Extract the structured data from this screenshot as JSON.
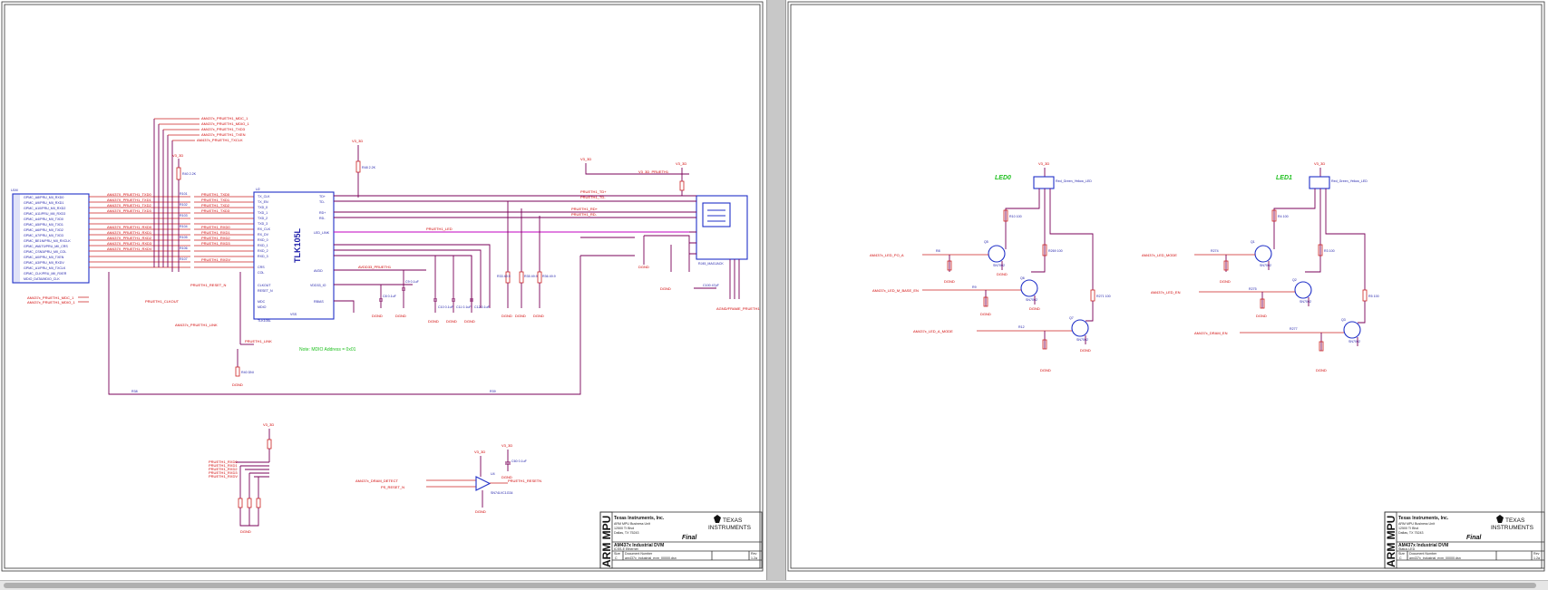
{
  "colors": {
    "wire": "#7a0058",
    "wire_bus": "#c000c0",
    "net_label": "#d00000",
    "component": "#2030c8",
    "note": "#20c020",
    "frame": "#333333"
  },
  "sheet1": {
    "chip_name": "TLK105L",
    "note": "Note: MDIO Address = 0x01",
    "power": {
      "v3v3_a": "V3_3D",
      "v3v3_b": "V3_3D",
      "v3v3_c": "V3_3D",
      "v3v3_d": "V3_3D",
      "v3v3_e": "V3_3D"
    },
    "nets": {
      "top1": "AM437x_PRUETH1_MDC_1",
      "top2": "AM437x_PRUETH1_MDIO_1",
      "top3": "AM437x_PRUETH1_TXD3",
      "top4": "AM437x_PRUETH1_TXEN",
      "top5": "AM437x_PRUETH1_TXCLK",
      "left1": "AM437x_PRUETH1_MDC_1",
      "left2": "AM437x_PRUETH1_MDIO_1",
      "clkout": "PRUETH1_CLKOUT",
      "reset": "PRUETH1_RESET_N",
      "led": "PRUETH1_LED",
      "bottom1": "AM437x_PRUETH1_LINK",
      "bottom2": "PRUETH1_LINK",
      "buffer_in": "AM437x_DRAM_DETECT",
      "buffer_in2": "PS_RESET_N",
      "buffer_out": "PRUETH1_RESETN"
    },
    "connector_ref": "RJ45_MAGJACK",
    "titleblock": {
      "vertical": "ARM MPU",
      "company": "Texas Instruments, Inc.",
      "addr1": "ARM MPU Business Unit",
      "addr2": "12500 TI Blvd",
      "addr3": "Dallas, TX 75243",
      "project": "AM437x Industrial DVM",
      "sheet_title": "ICSS-E Ethernet",
      "status": "Final",
      "logo_line1": "TEXAS",
      "logo_line2": "INSTRUMENTS",
      "doc_label": "Document Number",
      "doc": "am437x_industrial_evm_00000.dsn",
      "size_label": "Size",
      "size": "C",
      "rev_label": "Rev",
      "rev": "1.2a"
    }
  },
  "sheet2": {
    "led0_title": "LED0",
    "led1_title": "LED1",
    "led_part": "Red_Green_Yellow_LED",
    "nets": {
      "led0_a": "AM437x_LED_PO_A",
      "led0_b": "AM437x_LED_M_BASE_EN",
      "led0_c": "AM437x_LED_A_MODE",
      "led1_a": "AM437x_LED_MODE",
      "led1_b": "AM437x_LED_EN",
      "led1_c": "AM437x_DRAM_EN"
    },
    "titleblock": {
      "vertical": "ARM MPU",
      "company": "Texas Instruments, Inc.",
      "addr1": "ARM MPU Business Unit",
      "addr2": "12500 TI Blvd",
      "addr3": "Dallas, TX 75243",
      "project": "AM437x Industrial DVM",
      "sheet_title": "Status LED",
      "status": "Final",
      "logo_line1": "TEXAS",
      "logo_line2": "INSTRUMENTS",
      "doc_label": "Document Number",
      "doc": "am437x_industrial_evm_00000.dsn",
      "size_label": "Size",
      "size": "C",
      "rev_label": "Rev",
      "rev": "1.2a"
    }
  }
}
